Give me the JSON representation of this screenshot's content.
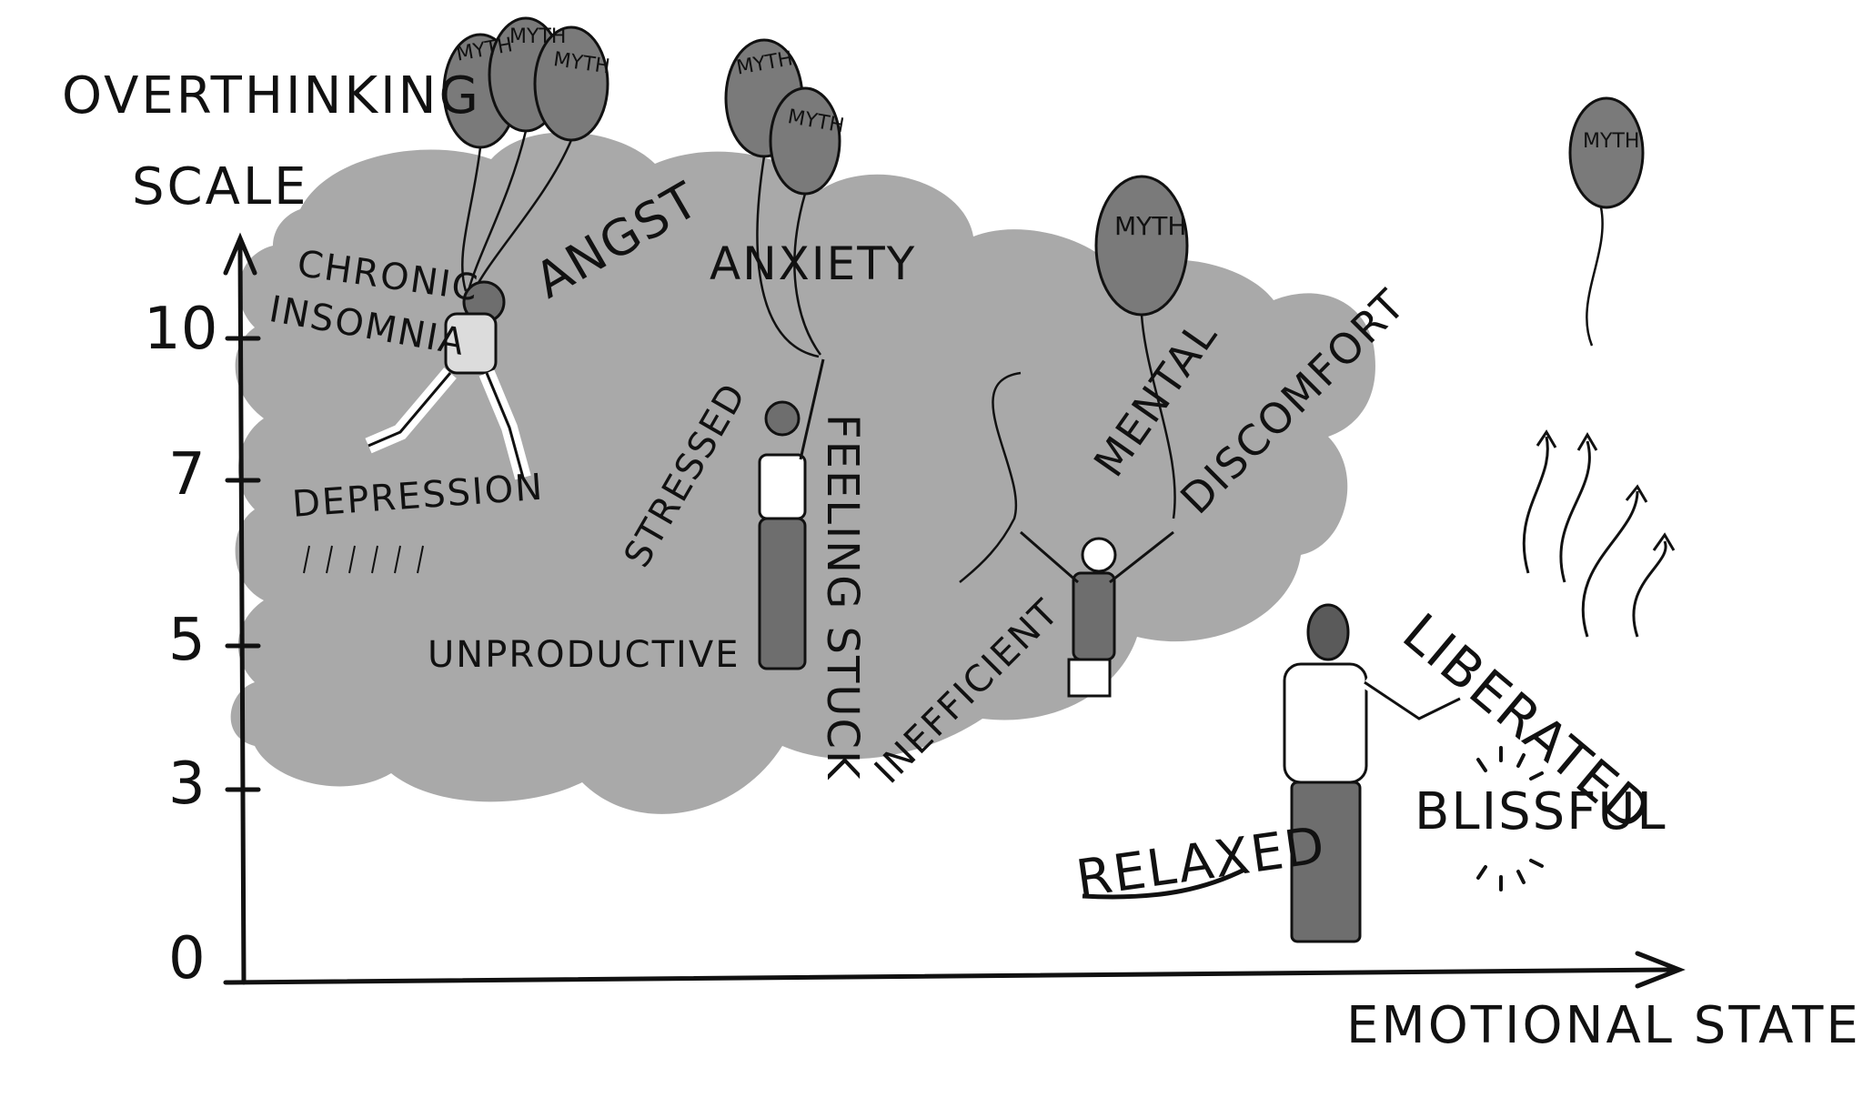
{
  "y_axis": {
    "title_line1": "OVERTHINKING",
    "title_line2": "SCALE",
    "ticks": [
      "10",
      "7",
      "5",
      "3",
      "0"
    ]
  },
  "x_axis": {
    "title": "EMOTIONAL STATE"
  },
  "cloud_words": {
    "chronic_line1": "CHRONIC",
    "chronic_line2": "INSOMNIA",
    "angst": "ANGST",
    "anxiety": "ANXIETY",
    "depression": "DEPRESSION",
    "stressed": "STRESSED",
    "feeling_stuck": "FEELING STUCK",
    "unproductive": "UNPRODUCTIVE",
    "inefficient": "INEFFICIENT",
    "mental": "MENTAL",
    "discomfort": "DISCOMFORT"
  },
  "free_words": {
    "relaxed": "RELAXED",
    "blissful": "BLISSFUL",
    "liberated": "LIBERATED"
  },
  "balloon_label": "MYTH",
  "colors": {
    "cloud": "#a9a9a9",
    "balloon": "#7a7a7a",
    "ink": "#111111",
    "figure_fill": "#6e6e6e"
  }
}
